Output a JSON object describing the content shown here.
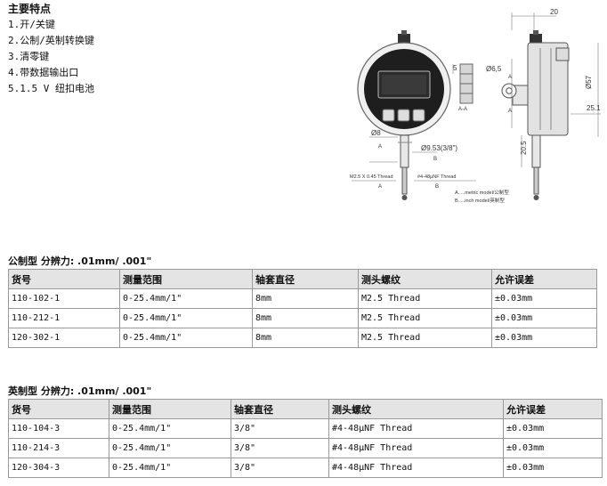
{
  "features": {
    "title": "主要特点",
    "items": [
      "1.开/关键",
      "2.公制/英制转换键",
      "3.清零键",
      "4.带数据输出口",
      "5.1.5 V 纽扣电池"
    ]
  },
  "drawing": {
    "dim_20": "20",
    "dim_5": "5",
    "dim_phi65": "Ø6,5",
    "section_aa": "A-A",
    "label_a": "A",
    "label_b": "B",
    "dim_phi57": "Ø57",
    "dim_251": "25.1",
    "dim_205": "20.5",
    "dim_phi8": "Ø8",
    "dim_phi953": "Ø9.53(3/8\")",
    "thread_metric": "M2.5 X 0.45 Thread",
    "thread_inch": "#4-48µNF Thread",
    "note_a": "A.....metric model/公制型",
    "note_b": "B.....inch model/英制型"
  },
  "metric": {
    "caption": "公制型 分辨力: .01mm/ .001\"",
    "headers": [
      "货号",
      "测量范围",
      "轴套直径",
      "测头螺纹",
      "允许误差"
    ],
    "rows": [
      [
        "110-102-1",
        "0-25.4mm/1\"",
        "8mm",
        "M2.5 Thread",
        "±0.03mm"
      ],
      [
        "110-212-1",
        "0-25.4mm/1\"",
        "8mm",
        "M2.5 Thread",
        "±0.03mm"
      ],
      [
        "120-302-1",
        "0-25.4mm/1\"",
        "8mm",
        "M2.5 Thread",
        "±0.03mm"
      ]
    ]
  },
  "inch": {
    "caption": "英制型 分辨力: .01mm/ .001\"",
    "headers": [
      "货号",
      "测量范围",
      "轴套直径",
      "测头螺纹",
      "允许误差"
    ],
    "rows": [
      [
        "110-104-3",
        "0-25.4mm/1\"",
        "3/8\"",
        "#4-48µNF Thread",
        "±0.03mm"
      ],
      [
        "110-214-3",
        "0-25.4mm/1\"",
        "3/8\"",
        "#4-48µNF Thread",
        "±0.03mm"
      ],
      [
        "120-304-3",
        "0-25.4mm/1\"",
        "3/8\"",
        "#4-48µNF Thread",
        "±0.03mm"
      ]
    ]
  }
}
